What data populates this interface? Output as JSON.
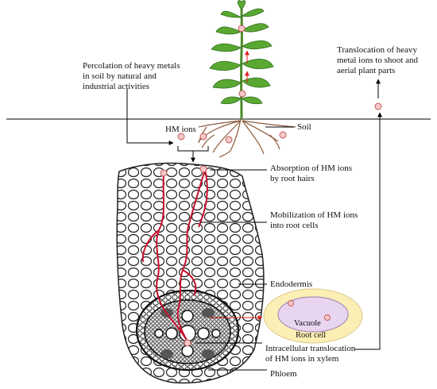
{
  "labels": {
    "percolation": "Percolation of heavy metals\nin soil by natural and\nindustrial activities",
    "translocation_shoot": "Translocation of heavy\nmetal ions to shoot and\naerial plant parts",
    "hm_ions": "HM ions",
    "soil": "Soil",
    "absorption": "Absorption of HM ions\nby root hairs",
    "mobilization": "Mobilization of HM ions\ninto root cells",
    "endodermis": "Endodermis",
    "vacuole": "Vacuole",
    "root_cell": "Root cell",
    "intracellular": "Intracellular translocation\nof HM ions in xylem",
    "phloem": "Phloem"
  },
  "colors": {
    "ion_fill": "#f6c9c9",
    "ion_stroke": "#c0504d",
    "arrow_red": "#e02020",
    "pathway_red": "#c8102e",
    "leaf_green": "#5aa832",
    "leaf_dark": "#2f6e1e",
    "root_brown": "#8b5a3c",
    "cell_outer": "#fbefb5",
    "vacuole": "#e8d6f0"
  }
}
